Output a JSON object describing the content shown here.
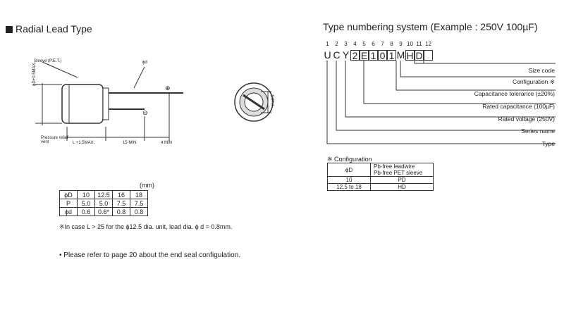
{
  "left": {
    "title": "Radial Lead Type",
    "drawing": {
      "sleeve": "Sleeve (P.E.T.)",
      "phi_d": "ϕd",
      "phi_D": "ϕD+0.5MAX.",
      "pressure_vent": "Pressure relief vent",
      "L": "L",
      "L_tol": "+1.5MAX.",
      "min15": "15",
      "min15_sub": "MIN",
      "min4": "4",
      "min4_sub": "MIN",
      "P_tol": "P±0.5",
      "plus": "⊕",
      "minus": "⊖"
    },
    "unit": "(mm)",
    "table": [
      [
        "ϕD",
        "10",
        "12.5",
        "16",
        "18"
      ],
      [
        "P",
        "5.0",
        "5.0",
        "7.5",
        "7.5"
      ],
      [
        "ϕd",
        "0.6",
        "0.6*",
        "0.8",
        "0.8"
      ]
    ],
    "note": "※In case L > 25 for the ϕ12.5 dia. unit, lead dia. ϕ d = 0.8mm.",
    "bullet": "• Please refer to page 20 about the end seal configulation."
  },
  "right": {
    "title": "Type numbering system (Example : 250V 100µF)",
    "positions": [
      "1",
      "2",
      "3",
      "4",
      "5",
      "6",
      "7",
      "8",
      "9",
      "10",
      "11",
      "12"
    ],
    "code": [
      "U",
      "C",
      "Y",
      "2",
      "E",
      "1",
      "0",
      "1",
      "M",
      "H",
      "D",
      ""
    ],
    "labels": [
      "Size code",
      "Configuration ※",
      "Capacitance tolerance (±20%)",
      "Rated capacitance (100µF)",
      "Rated voltage (250V)",
      "Series name",
      "Type"
    ],
    "config": {
      "title": "※ Configuration",
      "head": [
        "ϕD",
        "Pb-free leadwire",
        "Pb-free PET sleeve"
      ],
      "rows": [
        [
          "10",
          "PD"
        ],
        [
          "12.5 to 18",
          "HD"
        ]
      ]
    }
  }
}
